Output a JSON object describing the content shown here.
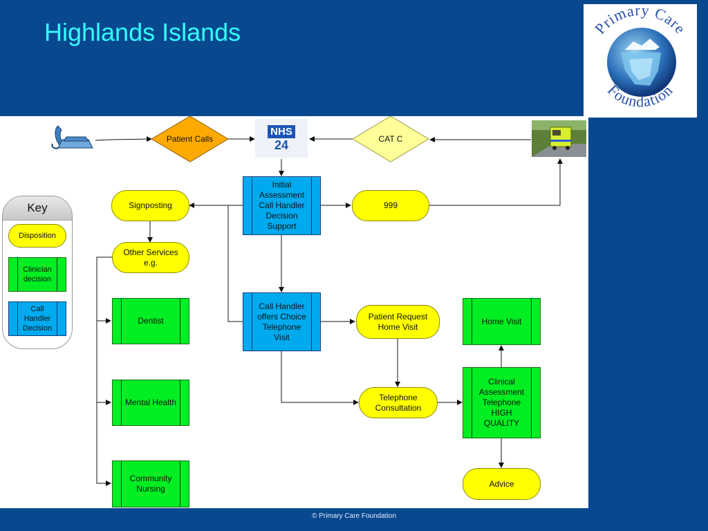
{
  "slide": {
    "title": "Highlands Islands",
    "footer": "© Primary Care Foundation"
  },
  "logo": {
    "arc_top": "Primary Care",
    "arc_bottom": "Foundation"
  },
  "nodes": {
    "patient_calls": "Patient Calls",
    "nhs_top": "NHS",
    "nhs_bottom": "24",
    "cat_c": "CAT C",
    "initial_assessment": "Initial Assessment Call Handler Decision Support",
    "signposting": "Signposting",
    "emergency_999": "999",
    "other_services": "Other Services e.g.",
    "dentist": "Dentist",
    "mental_health": "Mental Health",
    "community_nursing": "Community Nursing",
    "call_handler_choice": "Call Handler offers Choice Telephone Visit",
    "patient_request": "Patient Request Home Visit",
    "telephone_consultation": "Telephone Consultation",
    "clinical_assessment": "Clinical Assessment Telephone HIGH QUALITY",
    "home_visit": "Home Visit",
    "advice": "Advice"
  },
  "key": {
    "title": "Key",
    "disposition": "Disposition",
    "clinician_decision": "Clinician decision",
    "call_handler_decision": "Call Handler Decision"
  },
  "colors": {
    "slide_background": "#08488f",
    "title": "#33ffff",
    "disposition": "#ffff00",
    "clinician_decision": "#00ee22",
    "call_handler_decision": "#00aaee",
    "entry_point": "#ffaa00",
    "cat_c": "#ffff99"
  },
  "icons": {
    "phone": "telephone-icon",
    "ambulance": "ambulance-photo"
  }
}
